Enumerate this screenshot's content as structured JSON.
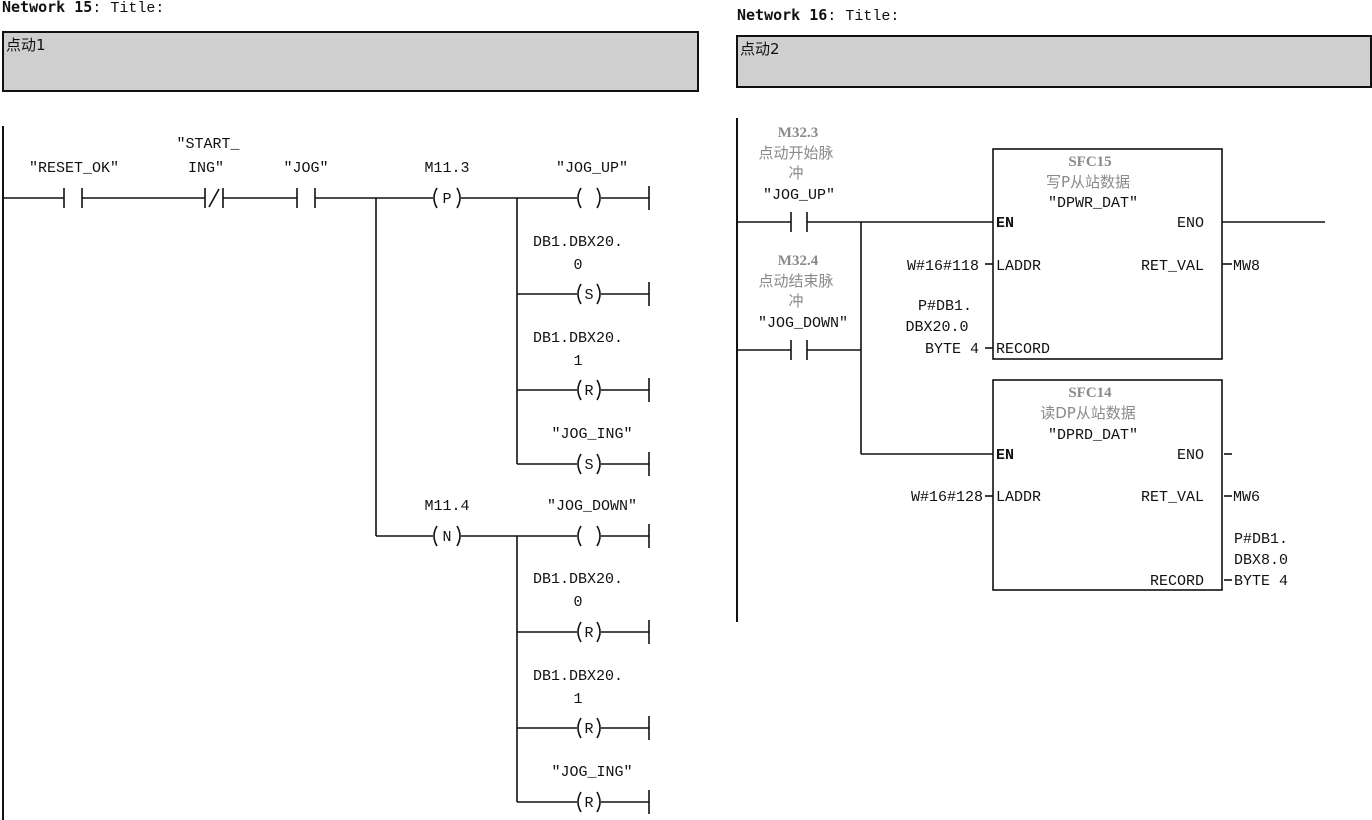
{
  "network15": {
    "label": "Network 15",
    "title_label": ": Title:",
    "comment": "点动1",
    "contacts": [
      {
        "name": "\"RESET_OK\"",
        "type": "NO"
      },
      {
        "name_line1": "\"START_",
        "name_line2": "ING\"",
        "type": "NC"
      },
      {
        "name": "\"JOG\"",
        "type": "NO"
      }
    ],
    "branches": [
      {
        "edge": {
          "address": "M11.3",
          "symbol": "P"
        },
        "coils": [
          {
            "line1": "\"JOG_UP\"",
            "line2": "",
            "symbol": " "
          },
          {
            "line1": "DB1.DBX20.",
            "line2": "0",
            "symbol": "S"
          },
          {
            "line1": "DB1.DBX20.",
            "line2": "1",
            "symbol": "R"
          },
          {
            "line1": "\"JOG_ING\"",
            "line2": "",
            "symbol": "S"
          }
        ]
      },
      {
        "edge": {
          "address": "M11.4",
          "symbol": "N"
        },
        "coils": [
          {
            "line1": "\"JOG_DOWN\"",
            "line2": "",
            "symbol": " "
          },
          {
            "line1": "DB1.DBX20.",
            "line2": "0",
            "symbol": "R"
          },
          {
            "line1": "DB1.DBX20.",
            "line2": "1",
            "symbol": "R"
          },
          {
            "line1": "\"JOG_ING\"",
            "line2": "",
            "symbol": "R"
          }
        ]
      }
    ]
  },
  "network16": {
    "label": "Network 16",
    "title_label": ": Title:",
    "comment": "点动2",
    "contacts": [
      {
        "address": "M32.3",
        "comment1": "点动开始脉",
        "comment2": "冲",
        "name": "\"JOG_UP\""
      },
      {
        "address": "M32.4",
        "comment1": "点动结束脉",
        "comment2": "冲",
        "name": "\"JOG_DOWN\""
      }
    ],
    "blocks": [
      {
        "number": "SFC15",
        "comment": "写P从站数据",
        "name": "\"DPWR_DAT\"",
        "pin_en": "EN",
        "pin_eno": "ENO",
        "pin_laddr": "LADDR",
        "pin_ret": "RET_VAL",
        "pin_record": "RECORD",
        "laddr_value": "W#16#118",
        "ret_value": "MW8",
        "record_value_1": "P#DB1.",
        "record_value_2": "DBX20.0",
        "record_value_3": "BYTE 4"
      },
      {
        "number": "SFC14",
        "comment": "读DP从站数据",
        "name": "\"DPRD_DAT\"",
        "pin_en": "EN",
        "pin_eno": "ENO",
        "pin_laddr": "LADDR",
        "pin_ret": "RET_VAL",
        "pin_record": "RECORD",
        "laddr_value": "W#16#128",
        "ret_value": "MW6",
        "record_value_1": "P#DB1.",
        "record_value_2": "DBX8.0",
        "record_value_3": "BYTE 4"
      }
    ]
  }
}
